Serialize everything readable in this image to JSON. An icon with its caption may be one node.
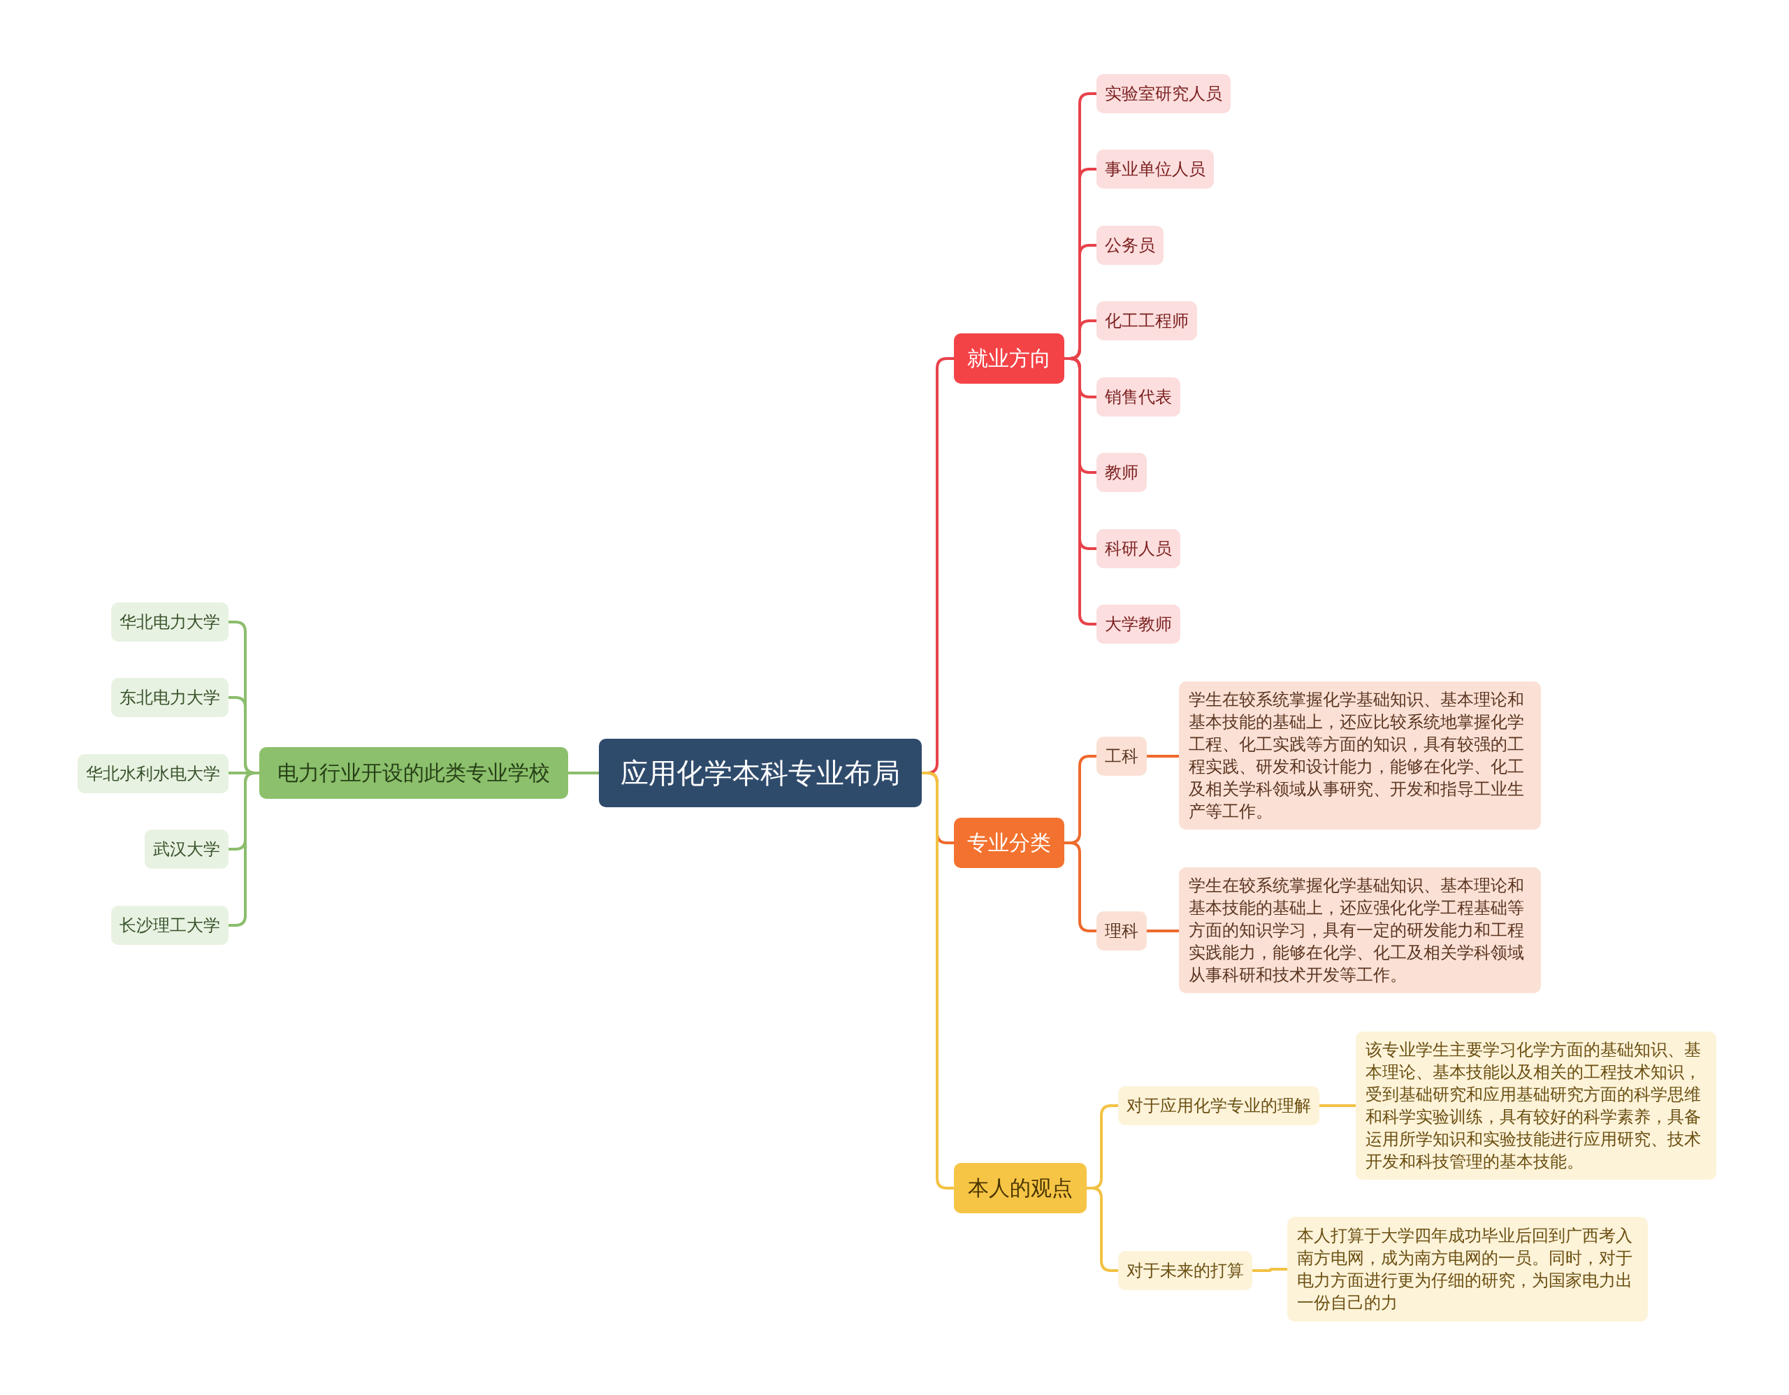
{
  "diagram": {
    "nodes": [
      {
        "text": [
          "应用化学本科专业布局"
        ]
      },
      {
        "text": [
          "就业方向"
        ]
      },
      {
        "text": [
          "实验室研究人员"
        ]
      },
      {
        "text": [
          "事业单位人员"
        ]
      },
      {
        "text": [
          "公务员"
        ]
      },
      {
        "text": [
          "化工工程师"
        ]
      },
      {
        "text": [
          "销售代表"
        ]
      },
      {
        "text": [
          "教师"
        ]
      },
      {
        "text": [
          "科研人员"
        ]
      },
      {
        "text": [
          "大学教师"
        ]
      },
      {
        "text": [
          "专业分类"
        ]
      },
      {
        "text": [
          "工科"
        ]
      },
      {
        "text": [
          "学生在较系统掌握化学基础知识、基本理论和基本技能的基础上，还应比较系统地掌握化学工程、化工实践等方面的知识，具有较强的工程实践、研发和设计能力，能够在化学、化工及相关学科领域从事研究、开发和指导工业生产等工作。"
        ]
      },
      {
        "text": [
          "理科"
        ]
      },
      {
        "text": [
          "学生在较系统掌握化学基础知识、基本理论和基本技能的基础上，还应强化化学工程基础等方面的知识学习，具有一定的研发能力和工程实践能力，能够在化学、化工及相关学科领域从事科研和技术开发等工作。"
        ]
      },
      {
        "text": [
          "本人的观点"
        ]
      },
      {
        "text": [
          "对于应用化学专业的理解"
        ]
      },
      {
        "text": [
          "该专业学生主要学习化学方面的基础知识、基本理论、基本技能以及相关的工程技术知识，受到基础研究和应用基础研究方面的科学思维和科学实验训练，具有较好的科学素养，具备运用所学知识和实验技能进行应用研究、技术开发和科技管理的基本技能。"
        ]
      },
      {
        "text": [
          "对于未来的打算"
        ]
      },
      {
        "text": [
          "本人打算于大学四年成功毕业后回到广西考入南方电网，成为南方电网的一员。同时，对于电力方面进行更为仔细的研究，为国家电力出一份自己的力"
        ]
      },
      {
        "text": [
          "电力行业开设的此类专业学校"
        ]
      },
      {
        "text": [
          "华北电力大学"
        ]
      },
      {
        "text": [
          "东北电力大学"
        ]
      },
      {
        "text": [
          "华北水利水电大学"
        ]
      },
      {
        "text": [
          "武汉大学"
        ]
      },
      {
        "text": [
          "长沙理工大学"
        ]
      }
    ],
    "edges": [
      {
        "from": 0,
        "to": 1,
        "arrow": "none",
        "color": "#e8424a"
      },
      {
        "from": 1,
        "to": 2,
        "arrow": "none",
        "color": "#e8424a"
      },
      {
        "from": 1,
        "to": 3,
        "arrow": "none",
        "color": "#e8424a"
      },
      {
        "from": 1,
        "to": 4,
        "arrow": "none",
        "color": "#e8424a"
      },
      {
        "from": 1,
        "to": 5,
        "arrow": "none",
        "color": "#e8424a"
      },
      {
        "from": 1,
        "to": 6,
        "arrow": "none",
        "color": "#e8424a"
      },
      {
        "from": 1,
        "to": 7,
        "arrow": "none",
        "color": "#e8424a"
      },
      {
        "from": 1,
        "to": 8,
        "arrow": "none",
        "color": "#e8424a"
      },
      {
        "from": 1,
        "to": 9,
        "arrow": "none",
        "color": "#e8424a"
      },
      {
        "from": 0,
        "to": 10,
        "arrow": "none",
        "color": "#ee6a2c"
      },
      {
        "from": 10,
        "to": 11,
        "arrow": "none",
        "color": "#ee6a2c"
      },
      {
        "from": 11,
        "to": 12,
        "arrow": "none",
        "color": "#ee6a2c"
      },
      {
        "from": 10,
        "to": 13,
        "arrow": "none",
        "color": "#ee6a2c"
      },
      {
        "from": 13,
        "to": 14,
        "arrow": "none",
        "color": "#ee6a2c"
      },
      {
        "from": 0,
        "to": 15,
        "arrow": "none",
        "color": "#f2c244"
      },
      {
        "from": 15,
        "to": 16,
        "arrow": "none",
        "color": "#f2c244"
      },
      {
        "from": 16,
        "to": 17,
        "arrow": "none",
        "color": "#f2c244"
      },
      {
        "from": 15,
        "to": 18,
        "arrow": "none",
        "color": "#f2c244"
      },
      {
        "from": 18,
        "to": 19,
        "arrow": "none",
        "color": "#f2c244"
      },
      {
        "from": 0,
        "to": 20,
        "arrow": "none",
        "color": "#8cbd6c"
      },
      {
        "from": 20,
        "to": 21,
        "arrow": "none",
        "color": "#8cbd6c"
      },
      {
        "from": 20,
        "to": 22,
        "arrow": "none",
        "color": "#8cbd6c"
      },
      {
        "from": 20,
        "to": 23,
        "arrow": "none",
        "color": "#8cbd6c"
      },
      {
        "from": 20,
        "to": 24,
        "arrow": "none",
        "color": "#8cbd6c"
      },
      {
        "from": 20,
        "to": 25,
        "arrow": "none",
        "color": "#8cbd6c"
      }
    ]
  }
}
